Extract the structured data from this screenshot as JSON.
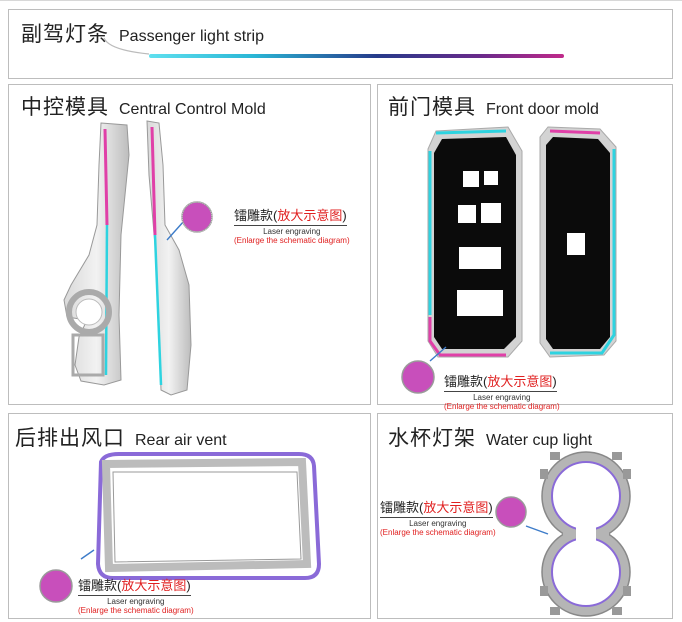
{
  "panels": {
    "strip": {
      "zh": "副驾灯条",
      "en": "Passenger light strip"
    },
    "central": {
      "zh": "中控模具",
      "en": "Central Control Mold"
    },
    "front_door": {
      "zh": "前门模具",
      "en": "Front door mold"
    },
    "rear_vent": {
      "zh": "后排出风口",
      "en": "Rear air vent"
    },
    "cup": {
      "zh": "水杯灯架",
      "en": "Water cup light"
    }
  },
  "callout": {
    "label_zh": "镭雕款",
    "paren_open": "(",
    "label_red": "放大示意图",
    "paren_close": ")",
    "sub_en": "Laser engraving",
    "sub_red": "(Enlarge the schematic diagram)"
  },
  "colors": {
    "cyan": "#2ed3e0",
    "magenta": "#e040a8",
    "purple": "#8a6ad8",
    "red": "#e02020"
  }
}
